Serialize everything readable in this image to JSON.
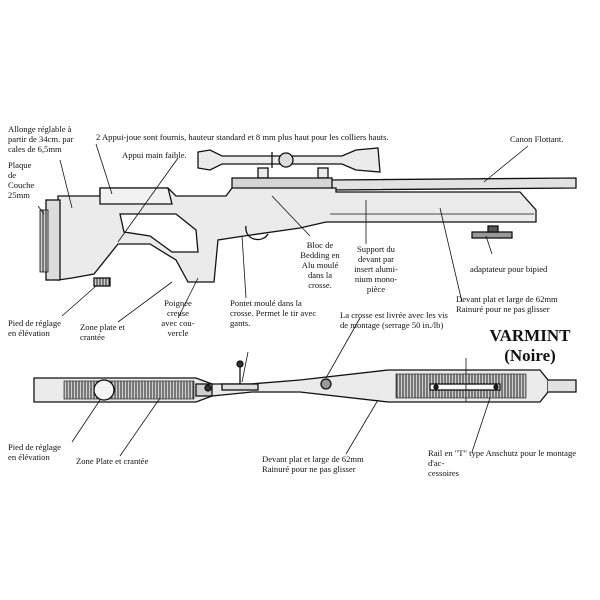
{
  "title": {
    "line1": "VARMINT",
    "line2": "(Noire)"
  },
  "labels": {
    "allonge": "Allonge réglable à\npartir de 34cm. par\ncales de 6,5mm",
    "plaque": "Plaque\nde\nCouche\n25mm",
    "appui_joue": "2 Appui-joue sont fournis, hauteur standard et 8 mm plus haut pour les colliers hauts.",
    "appui_main": "Appui main faible.",
    "canon": "Canon Flottant.",
    "bloc": "Bloc de\nBedding en\nAlu moulé\ndans la\ncrosse.",
    "support": "Support du\ndevant par\ninsert alumi-\nnium mono-\npièce",
    "adaptateur": "adaptateur pour bipied",
    "pied_top": "Pied de réglage\nen élévation",
    "zone_plate_top": "Zone plate et\ncrantée",
    "poignee": "Poignée\ncreuse\navec cou-\nvercle",
    "pontet": "Pontet moulé dans la\ncrosse. Permet le tir avec\ngants.",
    "crosse_vis": "La crosse est livrée avec les vis\nde montage (serrage 50 in./lb)",
    "devant_top": "Devant plat et large de 62mm\nRainuré pour ne pas glisser",
    "pied_bottom": "Pied de réglage\nen élévation",
    "zone_plate_bottom": "Zone Plate et crantée",
    "devant_bottom": "Devant plat et large de 62mm\nRainuré pour ne pas glisser",
    "rail": "Rail en \"T\" type Anschutz pour le montage d'ac-\ncessoires"
  }
}
